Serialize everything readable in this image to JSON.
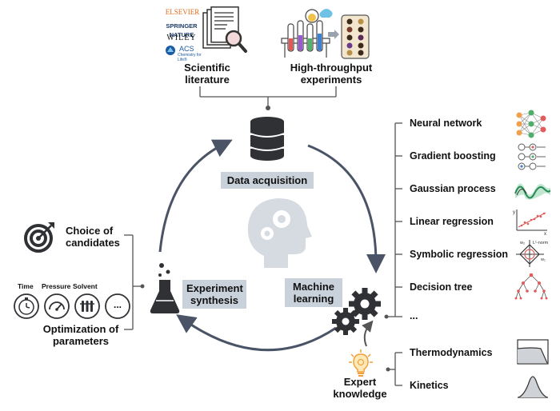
{
  "publishers": [
    "ELSEVIER",
    "SPRINGER NATURE",
    "WILEY",
    "ACS",
    "Chemistry for Life®"
  ],
  "sources": {
    "literature": "Scientific literature",
    "experiments": "High-throughput experiments"
  },
  "cycle": {
    "data_acquisition": "Data acquisition",
    "machine_learning": "Machine learning",
    "experiment_synthesis": "Experiment synthesis"
  },
  "left": {
    "choice": "Choice of candidates",
    "params": [
      "Time",
      "Pressure",
      "Solvent",
      "..."
    ],
    "optimization": "Optimization of parameters"
  },
  "ml_methods": [
    "Neural network",
    "Gradient boosting",
    "Gaussian process",
    "Linear regression",
    "Symbolic regression",
    "Decision tree",
    "..."
  ],
  "expert": {
    "label": "Expert knowledge",
    "items": [
      "Thermodynamics",
      "Kinetics"
    ]
  },
  "icon_labels": {
    "l1_norm": "L¹-norm",
    "w1": "w₁",
    "w2": "w₂",
    "axis_x": "x",
    "axis_y": "y"
  },
  "colors": {
    "box": "#c9d1db",
    "dark": "#2f3135",
    "arrow": "#4a5466",
    "ghost": "#d6dbe2"
  }
}
